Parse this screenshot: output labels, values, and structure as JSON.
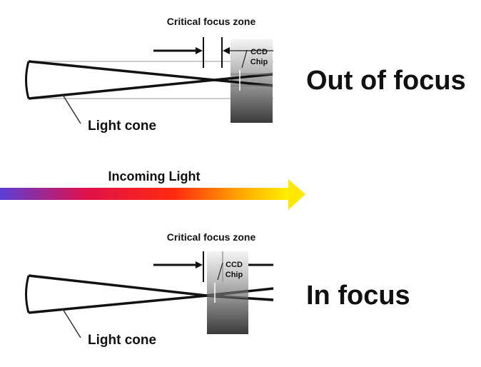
{
  "top_panel": {
    "zone_label": "Critical focus zone",
    "chip_label_line1": "CCD",
    "chip_label_line2": "Chip",
    "cone_label": "Light cone",
    "state_label": "Out of focus"
  },
  "incoming": {
    "label": "Incoming Light",
    "gradient_colors": [
      "#5b3fd6",
      "#e0104a",
      "#ff2a10",
      "#ffd000",
      "#fff200"
    ]
  },
  "bottom_panel": {
    "zone_label": "Critical focus zone",
    "chip_label_line1": "CCD",
    "chip_label_line2": "Chip",
    "cone_label": "Light cone",
    "state_label": "In focus"
  }
}
